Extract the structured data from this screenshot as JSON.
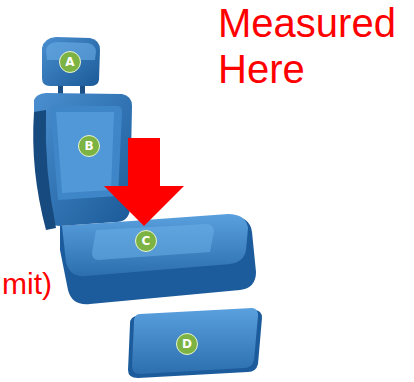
{
  "diagram": {
    "nodes": [
      {
        "text": [
          "A"
        ]
      },
      {
        "text": [
          "B"
        ]
      },
      {
        "text": [
          "C"
        ]
      },
      {
        "text": [
          "D"
        ]
      }
    ],
    "labels": [
      "Measured Here",
      "mit)"
    ]
  }
}
